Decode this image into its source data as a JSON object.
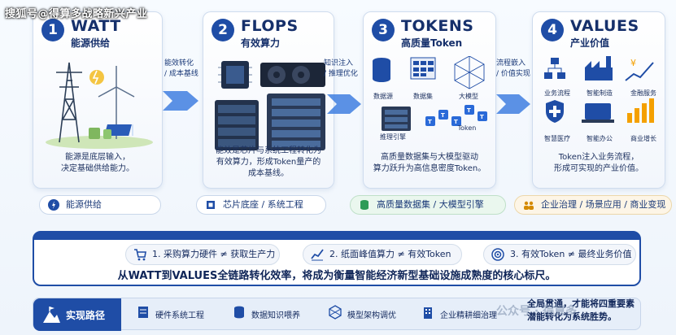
{
  "watermark": "搜狐号@得算多战略新兴产业",
  "stages": [
    {
      "number": "1",
      "title": "WATT",
      "subtitle": "能源供给",
      "desc": [
        "能源是底层输入，",
        "决定基础供给能力。"
      ],
      "pill": "能源供给"
    },
    {
      "number": "2",
      "title": "FLOPS",
      "subtitle": "有效算力",
      "desc": [
        "能效是芯片与系统工程转化为",
        "有效算力，形成Token量产的",
        "成本基线。"
      ],
      "pill": "芯片底座 / 系统工程"
    },
    {
      "number": "3",
      "title": "TOKENS",
      "subtitle": "高质量Token",
      "desc": [
        "高质量数据集与大模型驱动",
        "算力跃升为高信息密度Token。"
      ],
      "pill": "高质量数据集 / 大模型引擎",
      "labels": [
        "数据源",
        "数据集",
        "大模型",
        "推理引擎",
        "Token"
      ]
    },
    {
      "number": "4",
      "title": "VALUES",
      "subtitle": "产业价值",
      "desc": [
        "Token注入业务流程，",
        "形成可实现的产业价值。"
      ],
      "pill": "企业治理 / 场景应用 / 商业变现",
      "labels": [
        "业务流程",
        "智能制造",
        "金融服务",
        "智慧医疗",
        "智能办公",
        "商业增长"
      ]
    }
  ],
  "transitions": [
    [
      "能效转化",
      "/ 成本基线"
    ],
    [
      "知识注入",
      "/ 推理优化"
    ],
    [
      "流程嵌入",
      "/ 价值实现"
    ]
  ],
  "inequalities": [
    "1. 采购算力硬件 ≠ 获取生产力",
    "2. 纸面峰值算力 ≠ 有效Token",
    "3. 有效Token ≠ 最终业务价值"
  ],
  "core_statement": "从WATT到VALUES全链路转化效率，将成为衡量智能经济新型基础设施成熟度的核心标尺。",
  "path": {
    "heading": "实现路径",
    "items": [
      "硬件系统工程",
      "数据知识喂养",
      "模型架构调优",
      "企业精耕细治理"
    ],
    "conclusion": [
      "全局贯通，才能将四重要素",
      "潜能转化为系统胜势。"
    ],
    "overlay_text": "公众号 · 得算多"
  }
}
